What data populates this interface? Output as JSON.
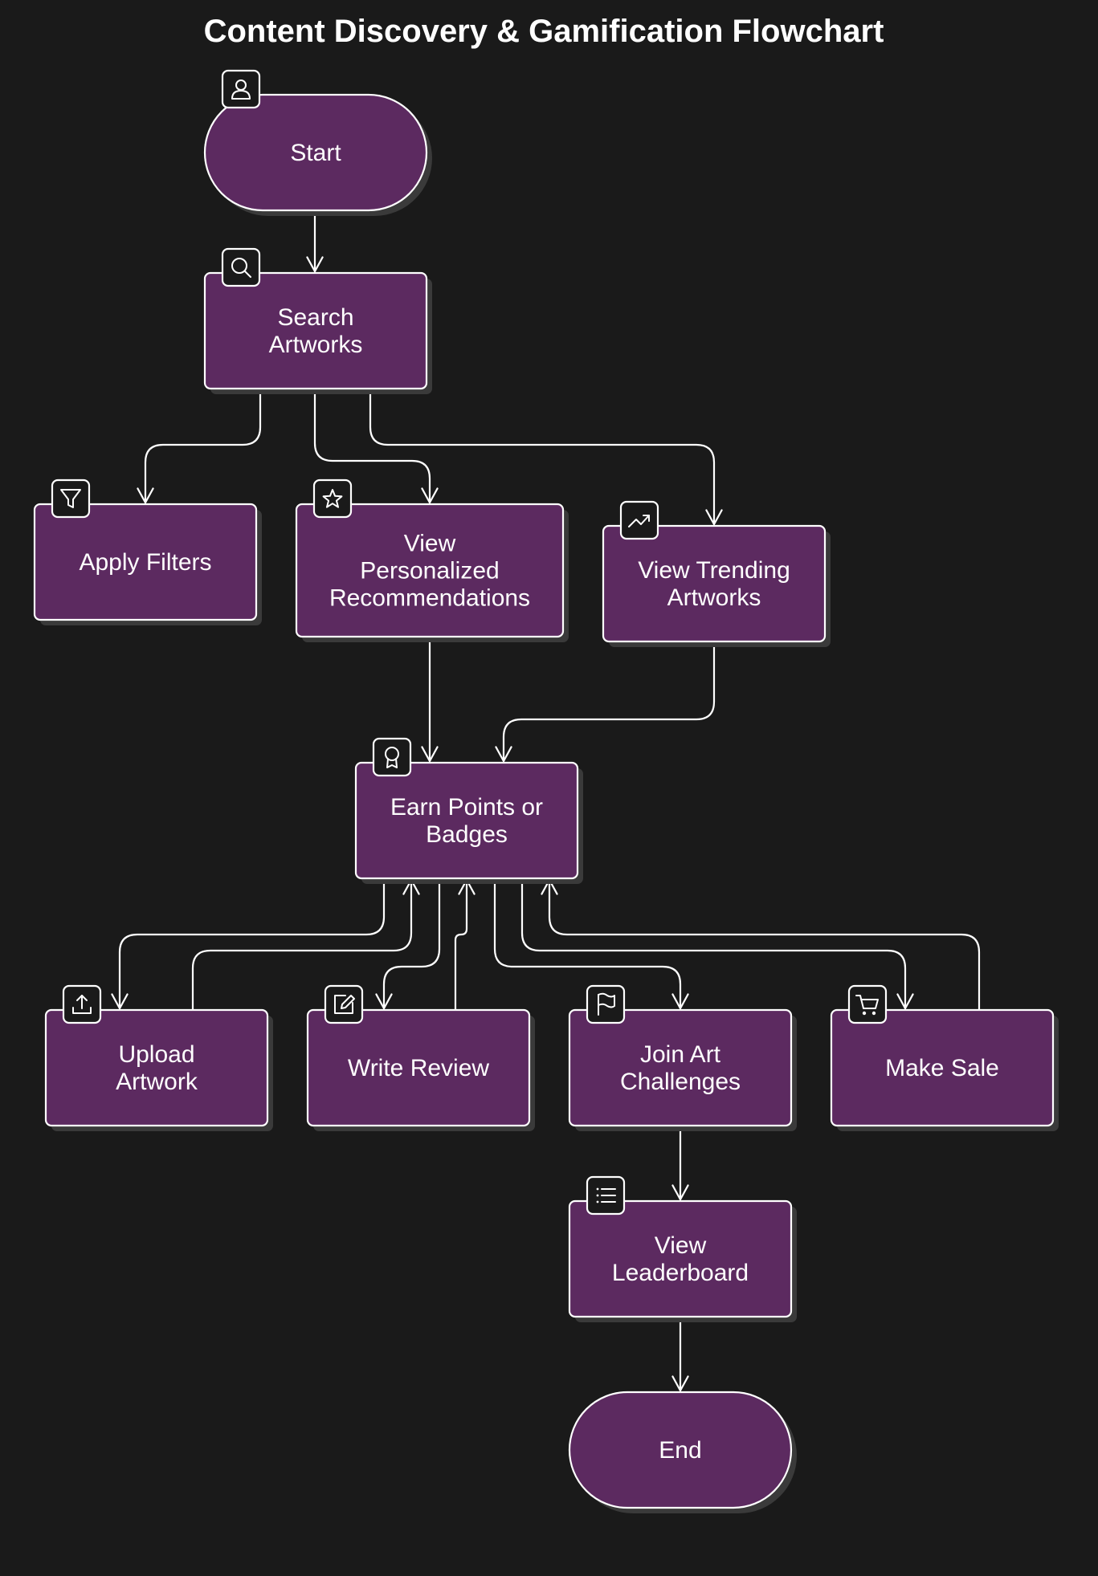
{
  "title": "Content Discovery & Gamification Flowchart",
  "colors": {
    "background": "#1a1a1a",
    "node_fill": "#5c2a60",
    "node_stroke": "#ffffff",
    "edge": "#ffffff",
    "text": "#ffffff"
  },
  "nodes": [
    {
      "id": "start",
      "shape": "terminal",
      "label": [
        "Start"
      ],
      "icon": "user-icon"
    },
    {
      "id": "search",
      "shape": "process",
      "label": [
        "Search",
        "Artworks"
      ],
      "icon": "search-icon"
    },
    {
      "id": "filters",
      "shape": "process",
      "label": [
        "Apply Filters"
      ],
      "icon": "filter-icon"
    },
    {
      "id": "personalized",
      "shape": "process",
      "label": [
        "View",
        "Personalized",
        "Recommendations"
      ],
      "icon": "star-icon"
    },
    {
      "id": "trending",
      "shape": "process",
      "label": [
        "View Trending",
        "Artworks"
      ],
      "icon": "trending-up-icon"
    },
    {
      "id": "earn",
      "shape": "process",
      "label": [
        "Earn Points or",
        "Badges"
      ],
      "icon": "award-icon"
    },
    {
      "id": "upload",
      "shape": "process",
      "label": [
        "Upload",
        "Artwork"
      ],
      "icon": "upload-icon"
    },
    {
      "id": "review",
      "shape": "process",
      "label": [
        "Write Review"
      ],
      "icon": "edit-icon"
    },
    {
      "id": "challenges",
      "shape": "process",
      "label": [
        "Join Art",
        "Challenges"
      ],
      "icon": "flag-icon"
    },
    {
      "id": "sale",
      "shape": "process",
      "label": [
        "Make Sale"
      ],
      "icon": "cart-icon"
    },
    {
      "id": "leaderboard",
      "shape": "process",
      "label": [
        "View",
        "Leaderboard"
      ],
      "icon": "list-icon"
    },
    {
      "id": "end",
      "shape": "terminal",
      "label": [
        "End"
      ],
      "icon": ""
    }
  ],
  "edges": [
    {
      "from": "start",
      "to": "search"
    },
    {
      "from": "search",
      "to": "filters"
    },
    {
      "from": "search",
      "to": "personalized"
    },
    {
      "from": "search",
      "to": "trending"
    },
    {
      "from": "personalized",
      "to": "earn"
    },
    {
      "from": "trending",
      "to": "earn"
    },
    {
      "from": "earn",
      "to": "upload"
    },
    {
      "from": "upload",
      "to": "earn"
    },
    {
      "from": "earn",
      "to": "review"
    },
    {
      "from": "review",
      "to": "earn"
    },
    {
      "from": "earn",
      "to": "challenges"
    },
    {
      "from": "earn",
      "to": "sale"
    },
    {
      "from": "sale",
      "to": "earn"
    },
    {
      "from": "challenges",
      "to": "leaderboard"
    },
    {
      "from": "leaderboard",
      "to": "end"
    }
  ]
}
